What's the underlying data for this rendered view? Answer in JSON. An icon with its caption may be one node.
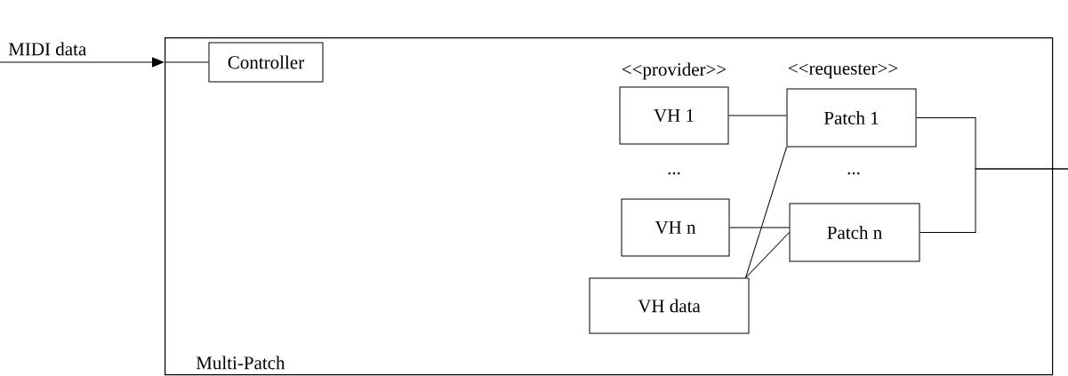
{
  "diagram": {
    "nodes": [
      {
        "text": [
          "Multi-Patch"
        ]
      },
      {
        "text": [
          "Controller"
        ],
        "in": 0
      },
      {
        "text": [
          "VH 1"
        ],
        "in": 0
      },
      {
        "text": [
          "Patch 1"
        ],
        "in": 0
      },
      {
        "text": [
          "VH n"
        ],
        "in": 0
      },
      {
        "text": [
          "Patch n"
        ],
        "in": 0
      },
      {
        "text": [
          "VH data"
        ],
        "in": 0
      }
    ],
    "edges": [
      {
        "from": null,
        "to": 0,
        "arrow": "to",
        "label": "MIDI data"
      },
      {
        "from": 0,
        "to": 1,
        "arrow": "none"
      },
      {
        "from": 2,
        "to": 3,
        "arrow": "none"
      },
      {
        "from": 4,
        "to": 5,
        "arrow": "none"
      },
      {
        "from": 6,
        "to": 3,
        "arrow": "none"
      },
      {
        "from": 6,
        "to": 5,
        "arrow": "none"
      },
      {
        "from": 3,
        "to": null,
        "arrow": "none"
      },
      {
        "from": 5,
        "to": null,
        "arrow": "none"
      }
    ],
    "labels": [
      "<<provider>>",
      "<<requester>>",
      "...",
      "..."
    ]
  }
}
